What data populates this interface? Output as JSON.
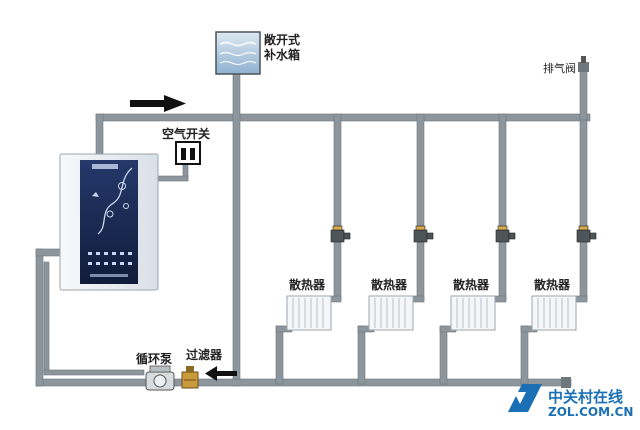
{
  "labels": {
    "tank": [
      "敞开式",
      "补水箱"
    ],
    "vent_valve": "排气阀",
    "air_switch": "空气开关",
    "radiators": [
      "散热器",
      "散热器",
      "散热器",
      "散热器"
    ],
    "pump": "循环泵",
    "filter": "过滤器"
  },
  "watermark": {
    "cn": "中关村在线",
    "en": "ZOL.COM.CN"
  },
  "colors": {
    "pipe": "#8c969c",
    "pipe_edge": "#6e777c",
    "boiler_panel": "#182b55",
    "boiler_body": "#eef2f6",
    "radiator": "#f5f6f8",
    "watermark": "#1a6fb5"
  }
}
